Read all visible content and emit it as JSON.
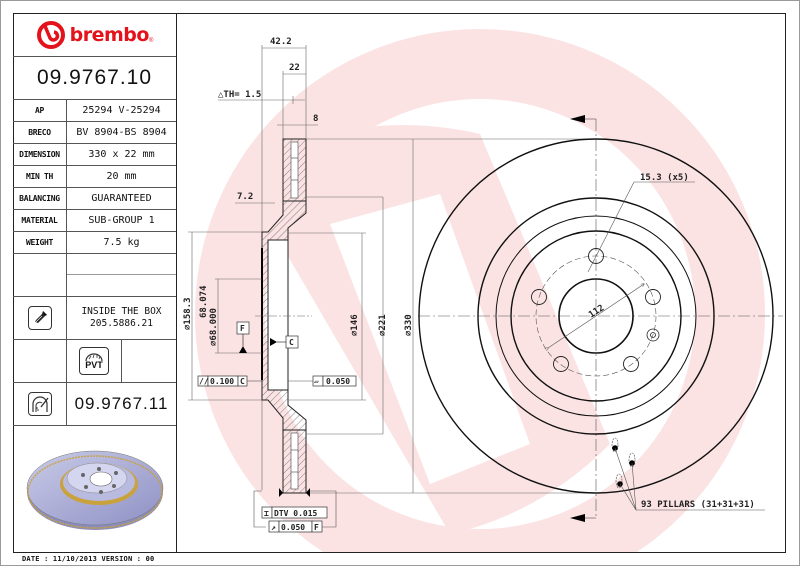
{
  "brand": {
    "name": "brembo",
    "color": "#e3121b",
    "registered_mark": "®"
  },
  "part_number": "09.9767.10",
  "specs": [
    {
      "label": "AP",
      "value": "25294 V-25294"
    },
    {
      "label": "BRECO",
      "value": "BV 8904-BS 8904"
    },
    {
      "label": "DIMENSION",
      "value": "330 x 22 mm"
    },
    {
      "label": "MIN TH",
      "value": "20 mm"
    },
    {
      "label": "BALANCING",
      "value": "GUARANTEED"
    },
    {
      "label": "MATERIAL",
      "value": "SUB-GROUP 1"
    },
    {
      "label": "WEIGHT",
      "value": "7.5 kg"
    }
  ],
  "inside_box": {
    "icon": "screw-icon",
    "line1": "INSIDE THE BOX",
    "line2": "205.5886.21"
  },
  "pvt": {
    "icon": "pvt-icon",
    "label": "PVT"
  },
  "alt_part": {
    "icon": "disc-with-sensor-icon",
    "number": "09.9767.11"
  },
  "footer": {
    "date_line": "DATE : 11/10/2013 VERSION : 00"
  },
  "section_view": {
    "dims": {
      "total_height": "42.2",
      "thickness": "22",
      "delta_th": "△TH= 1.5",
      "vent": "8",
      "hat_wall": "7.2",
      "d158": "⌀158.3",
      "center_bore_max": "68.074",
      "center_bore_min": "⌀68.000",
      "d146": "⌀146",
      "d221": "⌀221",
      "d330": "⌀330"
    },
    "datums": {
      "f": "F",
      "c": "C"
    },
    "tolerances": {
      "parallelism": {
        "symbol": "//",
        "value": "0.100",
        "datum": "C"
      },
      "flatness": {
        "symbol": "▱",
        "value": "0.050"
      },
      "dtv": {
        "symbol": "⌶",
        "value": "DTV 0.015"
      },
      "runout": {
        "symbol": "↗",
        "value": "0.050",
        "datum": "F"
      }
    }
  },
  "front_view": {
    "bolt_hole_label": "15.3 (x5)",
    "pcd_label": "112",
    "pillars_label": "93 PILLARS (31+31+31)"
  }
}
